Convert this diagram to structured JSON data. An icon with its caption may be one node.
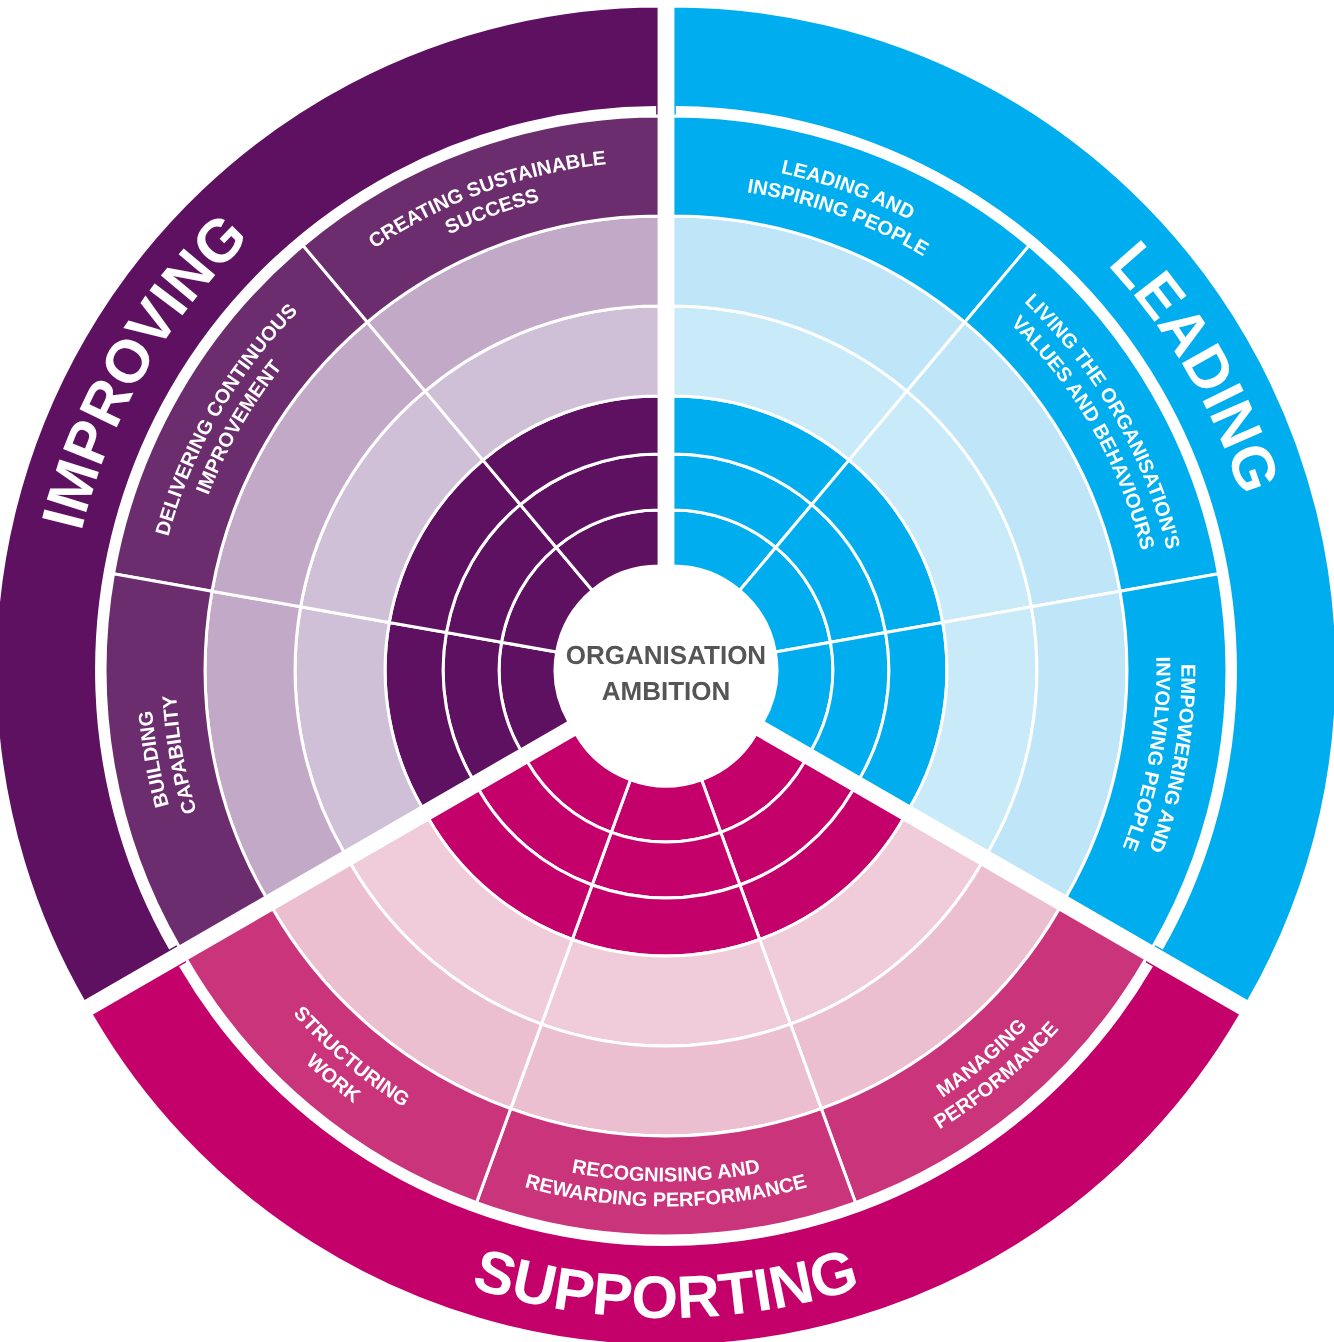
{
  "diagram": {
    "nodes": [
      {
        "text": [
          "ORGANISATION AMBITION"
        ]
      },
      {
        "text": [
          "IMPROVING"
        ]
      },
      {
        "text": [
          "CREATING SUSTAINABLE SUCCESS"
        ],
        "in": 1
      },
      {
        "text": [
          "DELIVERING CONTINUOUS IMPROVEMENT"
        ],
        "in": 1
      },
      {
        "text": [
          "BUILDING CAPABILITY"
        ],
        "in": 1
      },
      {
        "text": [
          "LEADING"
        ]
      },
      {
        "text": [
          "LEADING AND INSPIRING PEOPLE"
        ],
        "in": 5
      },
      {
        "text": [
          "LIVING THE ORGANISATION'S VALUES AND BEHAVIOURS"
        ],
        "in": 5
      },
      {
        "text": [
          "EMPOWERING AND INVOLVING PEOPLE"
        ],
        "in": 5
      },
      {
        "text": [
          "SUPPORTING"
        ]
      },
      {
        "text": [
          "MANAGING PERFORMANCE"
        ],
        "in": 9
      },
      {
        "text": [
          "RECOGNISING AND REWARDING PERFORMANCE"
        ],
        "in": 9
      },
      {
        "text": [
          "STRUCTURING WORK"
        ],
        "in": 9
      }
    ]
  }
}
